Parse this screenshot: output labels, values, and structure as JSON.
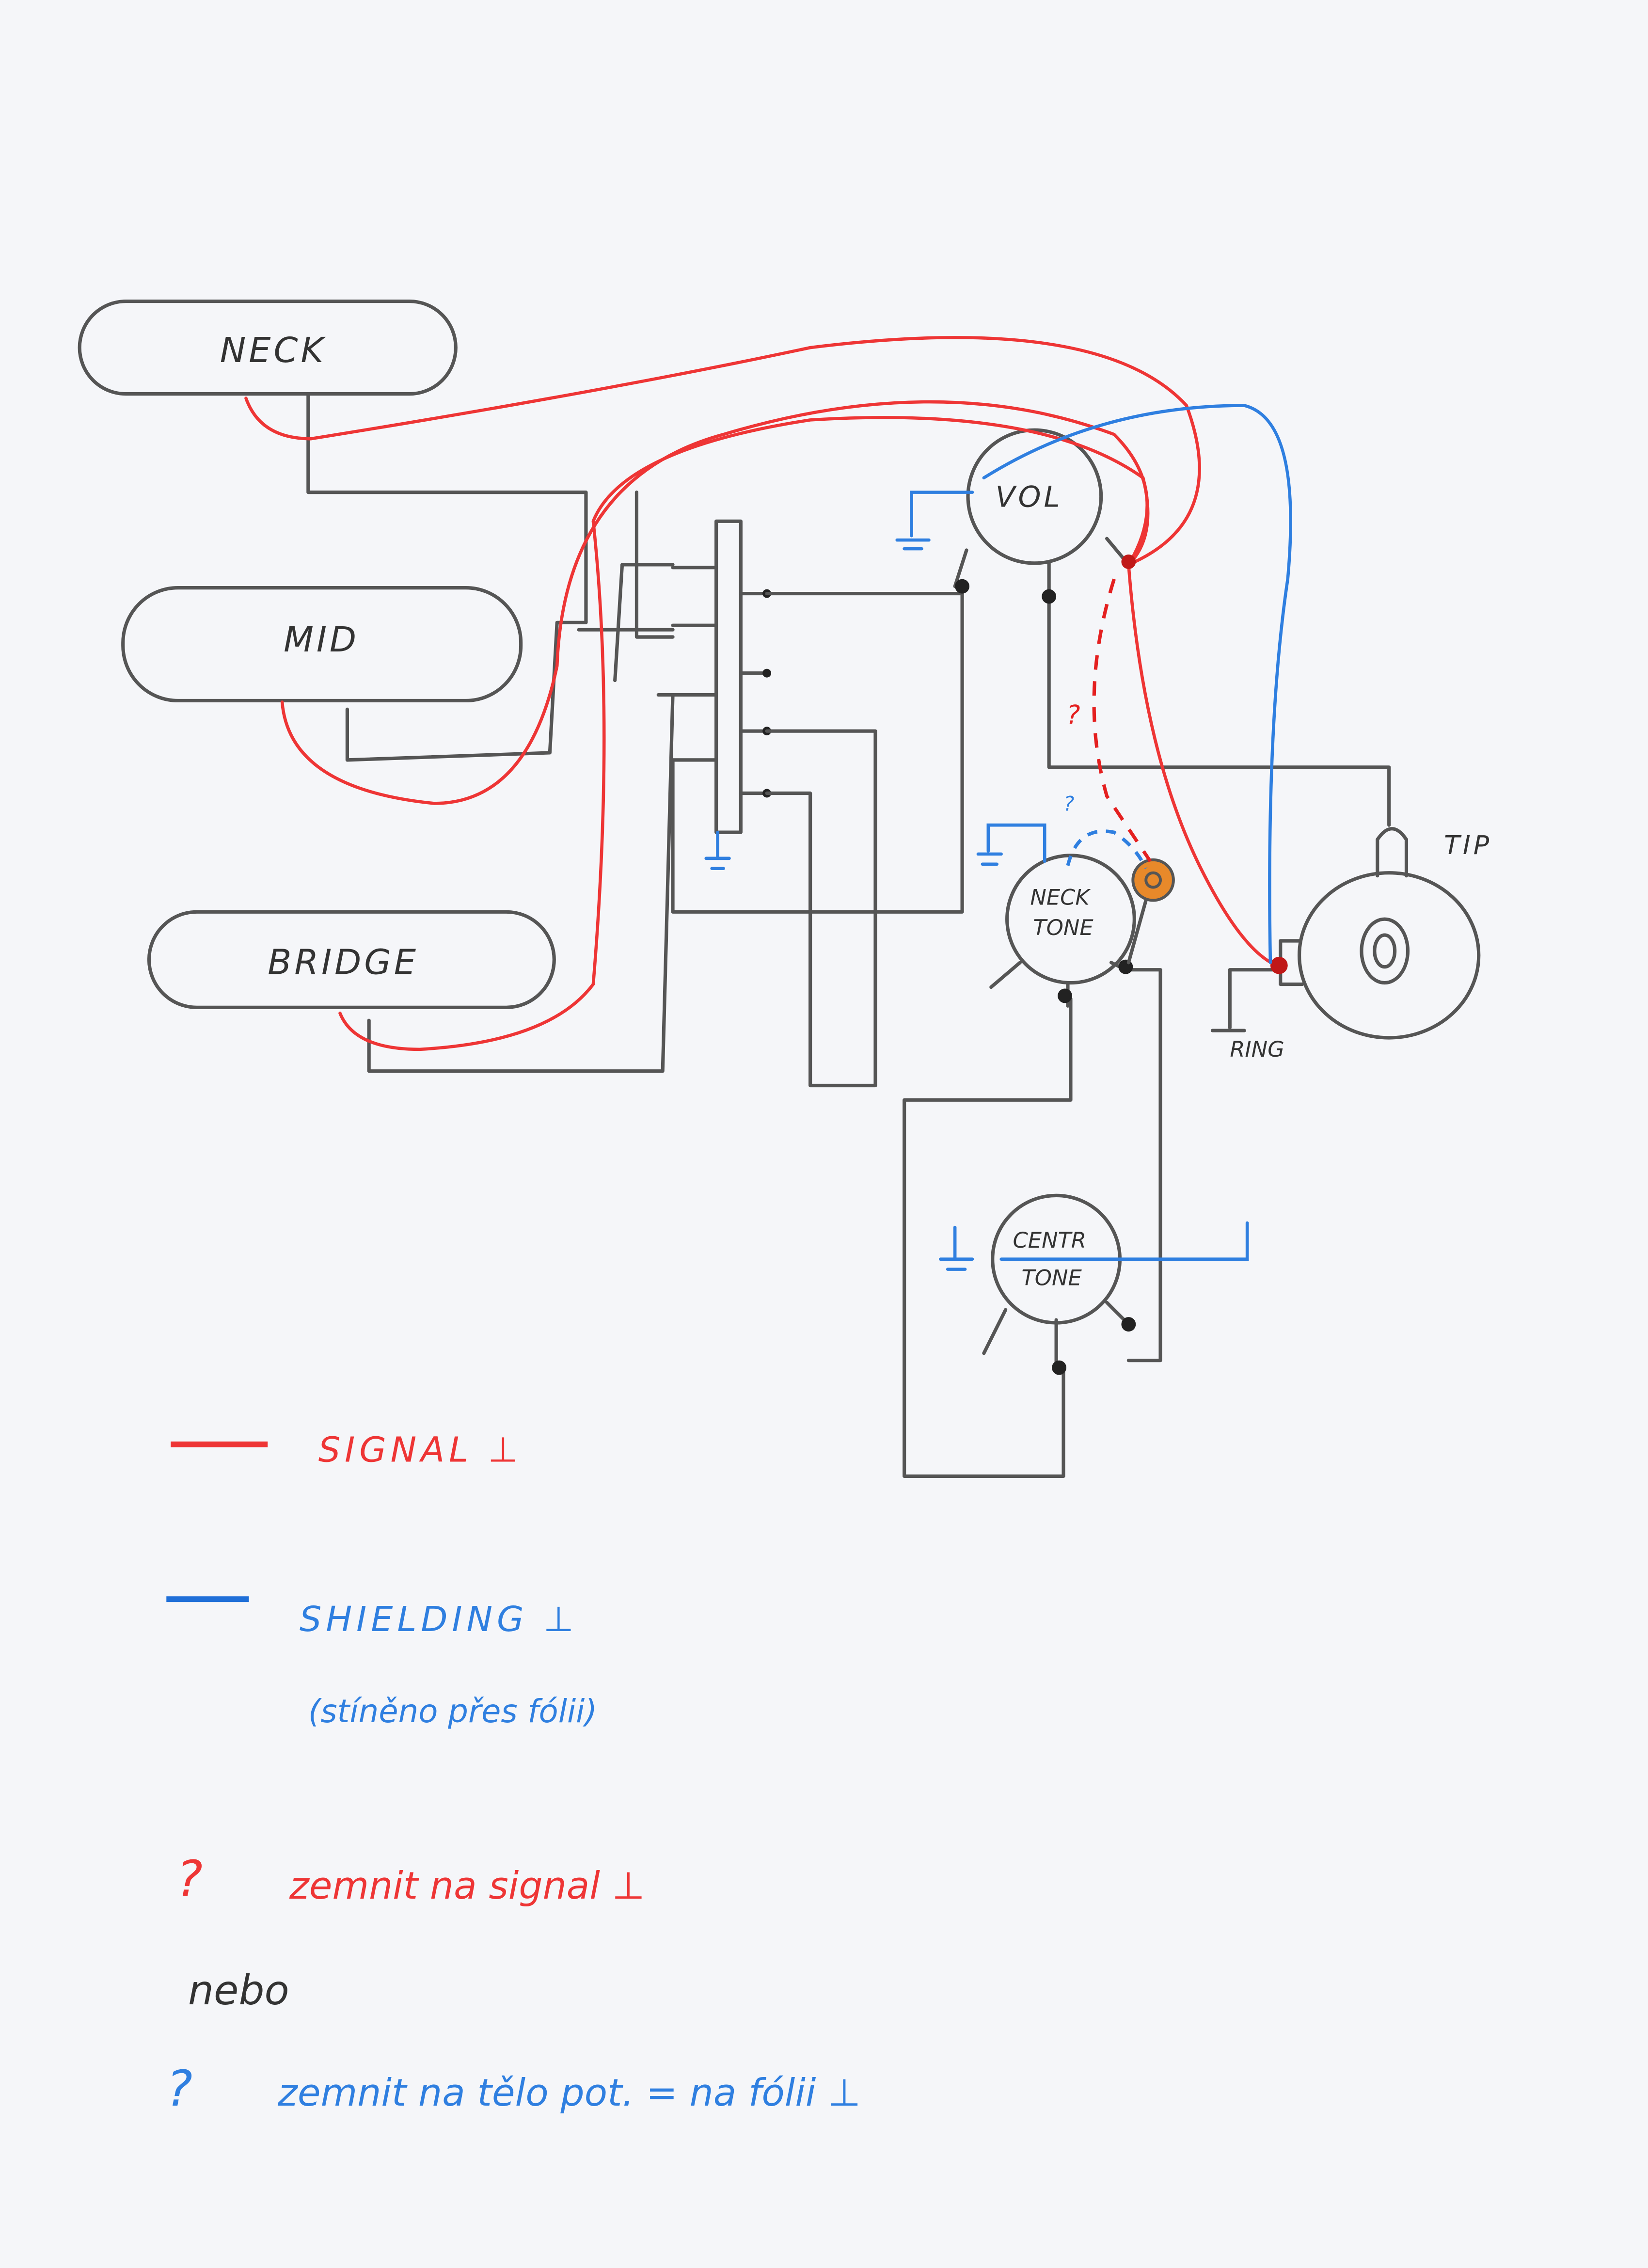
{
  "diagram": {
    "pickups": {
      "neck": "NECK",
      "mid": "MID",
      "bridge": "BRIDGE"
    },
    "pots": {
      "volume": "VOL",
      "neck_tone_line1": "NECK",
      "neck_tone_line2": "TONE",
      "centre_tone_line1": "CENTR",
      "centre_tone_line2": "TONE"
    },
    "jack": {
      "tip": "TIP",
      "ring": "RING"
    },
    "markers": {
      "red_option": "?",
      "blue_option": "?"
    }
  },
  "legend": {
    "signal_label": "SIGNAL ⊥",
    "shielding_label": "SHIELDING ⊥",
    "shielding_note": "(stíněno přes fólii)",
    "option_red_mark": "?",
    "option_red_text": "zemnit na signal ⊥",
    "or_text": "nebo",
    "option_blue_mark": "?",
    "option_blue_text": "zemnit na tělo pot. = na fólii ⊥"
  },
  "colors": {
    "signal": "#ee3535",
    "shielding": "#2f7fe0",
    "wire": "#555555",
    "capacitor": "#e8892a"
  }
}
